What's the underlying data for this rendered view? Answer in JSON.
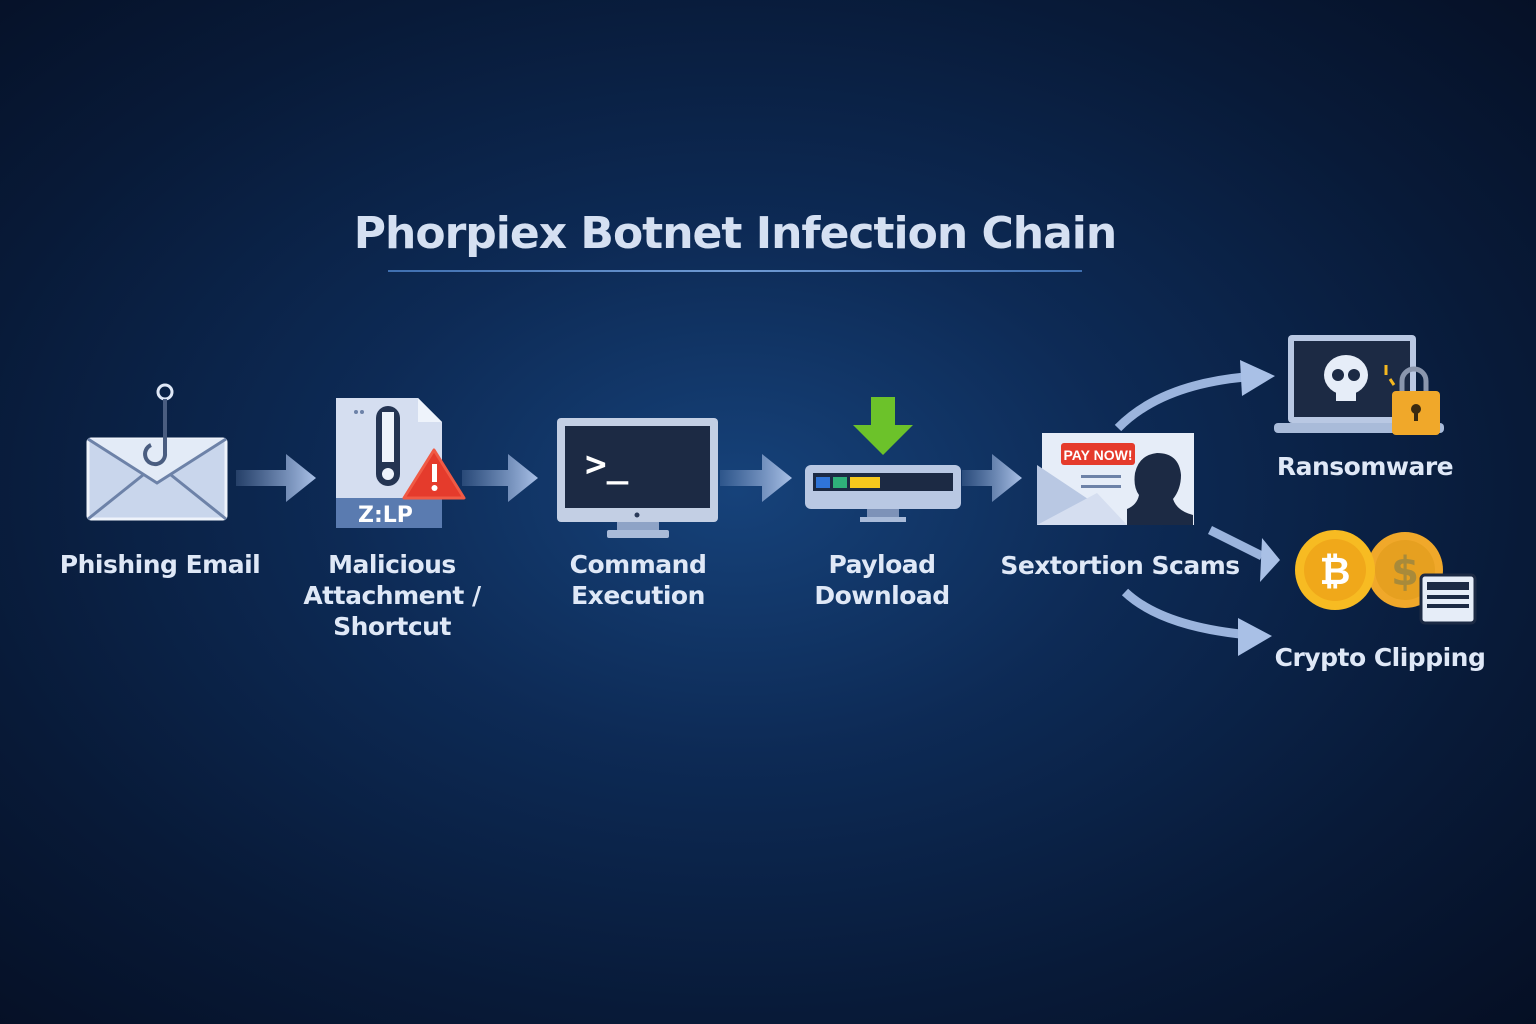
{
  "title": "Phorpiex Botnet Infection Chain",
  "steps": [
    {
      "label": "Phishing Email",
      "icon": "envelope-hook-icon"
    },
    {
      "label_lines": [
        "Malicious",
        "Attachment /",
        "Shortcut"
      ],
      "icon": "zip-file-warning-icon",
      "file_text": "Z:LP"
    },
    {
      "label_lines": [
        "Command",
        "Execution"
      ],
      "icon": "terminal-monitor-icon",
      "prompt": ">_"
    },
    {
      "label_lines": [
        "Payload",
        "Download"
      ],
      "icon": "download-bar-icon"
    },
    {
      "label": "Sextortion Scams",
      "icon": "extortion-email-icon",
      "badge": "PAY NOW!"
    }
  ],
  "outcomes": [
    {
      "label": "Ransomware",
      "icon": "laptop-skull-lock-icon"
    },
    {
      "label": "Crypto Clipping",
      "icon": "bitcoin-coins-icon"
    }
  ],
  "colors": {
    "background": "#0d2a55",
    "text": "#dfe8f7",
    "arrow": "#8ea9d6",
    "alert": "#e53b2c",
    "gold": "#f5b820",
    "green": "#6cc22a"
  }
}
